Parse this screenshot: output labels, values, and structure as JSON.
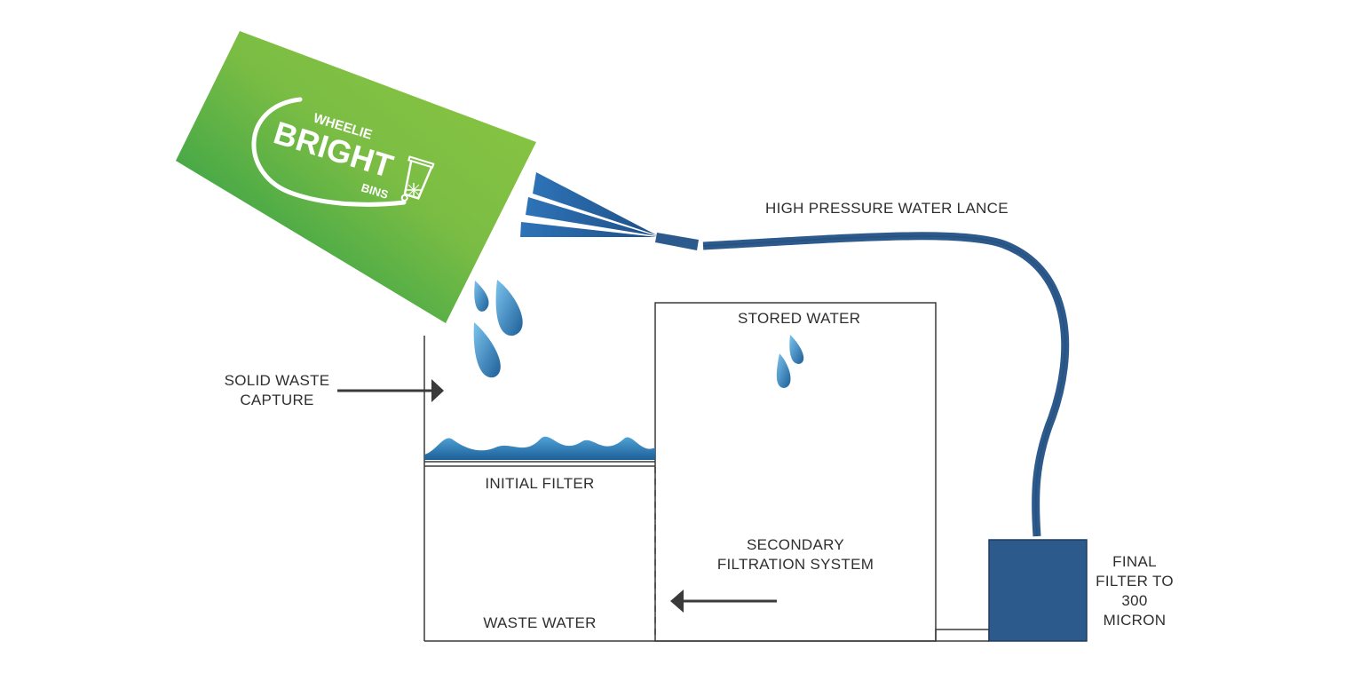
{
  "logo": {
    "line1": "WHEELIE",
    "line2": "BRIGHT",
    "line3": "BINS"
  },
  "labels": {
    "lance": "HIGH PRESSURE WATER LANCE",
    "stored_water": "STORED WATER",
    "solid_waste_1": "SOLID WASTE",
    "solid_waste_2": "CAPTURE",
    "initial_filter": "INITIAL FILTER",
    "secondary_1": "SECONDARY",
    "secondary_2": "FILTRATION SYSTEM",
    "waste_water": "WASTE WATER",
    "final_1": "FINAL",
    "final_2": "FILTER TO",
    "final_3": "300",
    "final_4": "MICRON"
  },
  "colors": {
    "bin_green_light": "#8cc63f",
    "bin_green_dark": "#16954a",
    "hose_blue": "#2d5a8c",
    "water_blue_light": "#4fa3d8",
    "water_blue_dark": "#1d5f97",
    "outline": "#3a3a3a",
    "text": "#2f2f2f"
  },
  "icons": [
    "wheelie-bin-icon",
    "sparkle-icon",
    "water-drop-icon",
    "arrow-right-icon",
    "arrow-left-icon"
  ]
}
